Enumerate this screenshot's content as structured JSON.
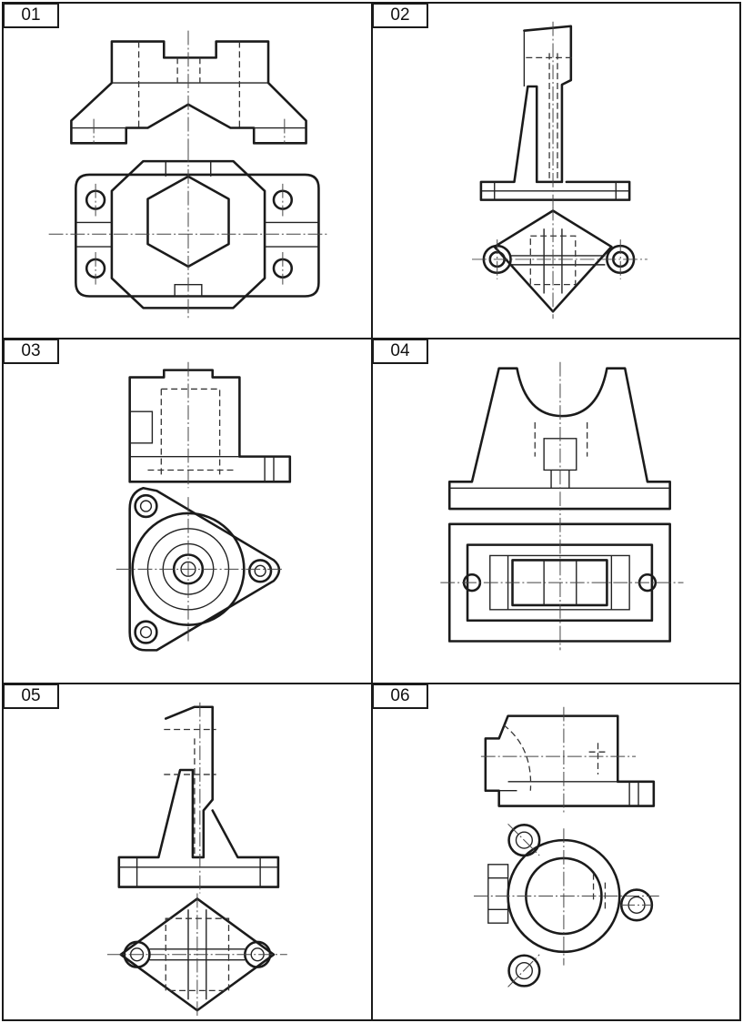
{
  "panels": [
    {
      "label": "01"
    },
    {
      "label": "02"
    },
    {
      "label": "03"
    },
    {
      "label": "04"
    },
    {
      "label": "05"
    },
    {
      "label": "06"
    }
  ]
}
